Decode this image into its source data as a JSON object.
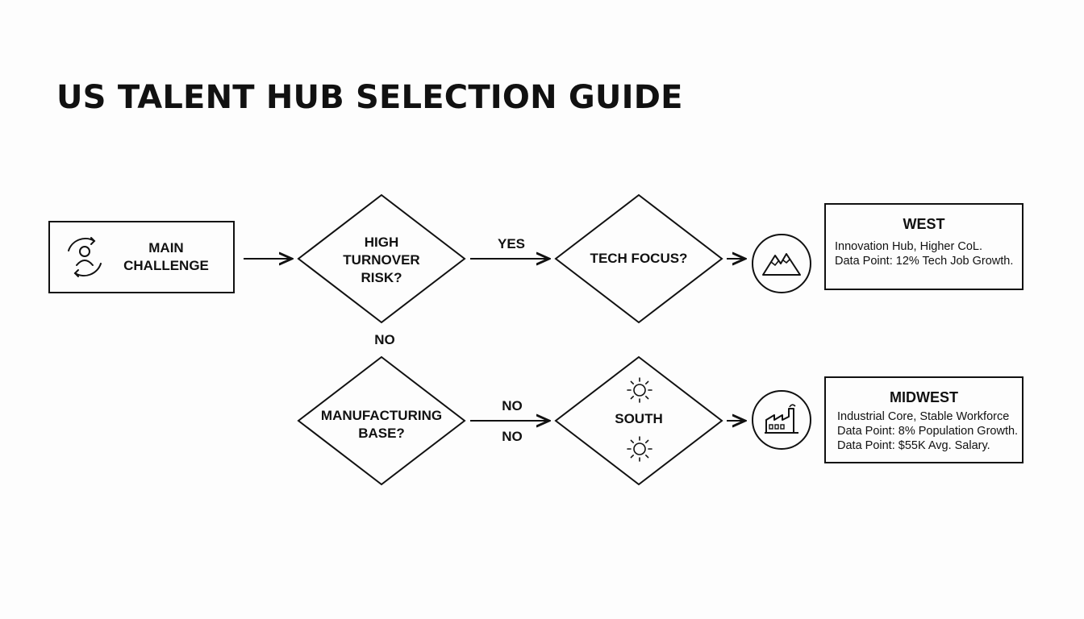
{
  "title": "US TALENT HUB SELECTION GUIDE",
  "nodes": {
    "start": {
      "label": "MAIN\nCHALLENGE",
      "icon": "user-cycle-icon"
    },
    "turnover": {
      "label": "HIGH\nTURNOVER\nRISK?"
    },
    "tech": {
      "label": "TECH FOCUS?"
    },
    "manufacturing": {
      "label": "MANUFACTURING\nBASE?"
    },
    "south": {
      "label": "SOUTH",
      "icon": "sun-icon"
    },
    "west_icon": "mountain-icon",
    "midwest_icon": "factory-icon"
  },
  "edges": {
    "turnover_yes": "YES",
    "turnover_no": "NO",
    "manufacturing_no_1": "NO",
    "manufacturing_no_2": "NO"
  },
  "results": {
    "west": {
      "title": "WEST",
      "lines": [
        "Innovation Hub, Higher CoL.",
        "Data Point: 12% Tech Job Growth."
      ]
    },
    "midwest": {
      "title": "MIDWEST",
      "lines": [
        "Industrial Core, Stable Workforce",
        "Data Point: 8% Population Growth.",
        "Data Point: $55K Avg. Salary."
      ]
    }
  },
  "colors": {
    "stroke": "#111111",
    "background": "#fdfdfd"
  }
}
